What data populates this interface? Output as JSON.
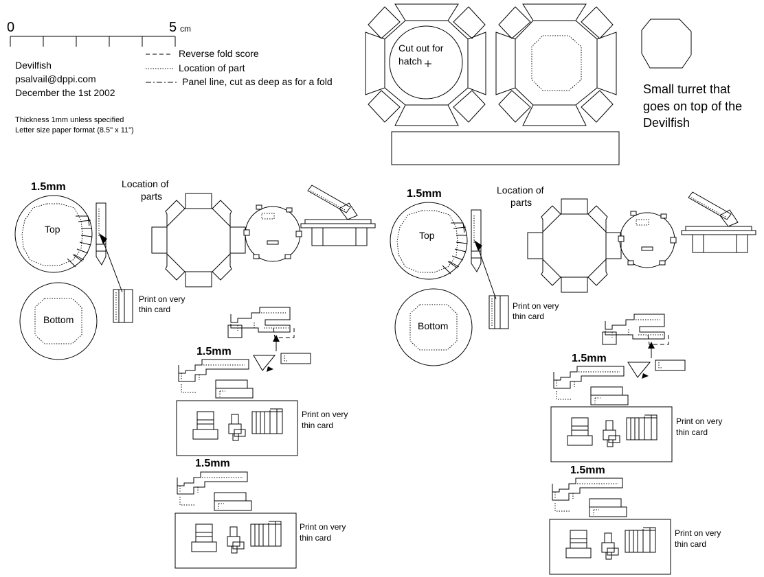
{
  "scale": {
    "start": "0",
    "end": "5",
    "unit": "cm"
  },
  "credits": {
    "model": "Devilfish",
    "email": "psalvail@dppi.com",
    "date": "December the 1st 2002",
    "thickness": "Thickness 1mm unless  specified",
    "paper": "Letter size paper format (8.5\" x 11\")"
  },
  "legend": {
    "reverse_fold": "Reverse fold score",
    "location": "Location of part",
    "panel_line": "Panel line, cut as deep as for a fold"
  },
  "turret": {
    "hatch_label_1": "Cut out for",
    "hatch_label_2": "hatch",
    "desc_1": "Small turret that",
    "desc_2": "goes on top of the",
    "desc_3": "Devilfish"
  },
  "left_set": {
    "thickness_1": "1.5mm",
    "top_label": "Top",
    "bottom_label": "Bottom",
    "location_1": "Location of",
    "location_2": "parts",
    "print_1a": "Print on very",
    "print_1b": "thin card",
    "thickness_2": "1.5mm",
    "print_2a": "Print on very",
    "print_2b": "thin card",
    "thickness_3": "1.5mm",
    "print_3a": "Print on very",
    "print_3b": "thin card"
  },
  "right_set": {
    "thickness_1": "1.5mm",
    "top_label": "Top",
    "bottom_label": "Bottom",
    "location_1": "Location of",
    "location_2": "parts",
    "print_1a": "Print on very",
    "print_1b": "thin card",
    "thickness_2": "1.5mm",
    "print_2a": "Print on very",
    "print_2b": "thin card",
    "thickness_3": "1.5mm",
    "print_3a": "Print on very",
    "print_3b": "thin card"
  }
}
